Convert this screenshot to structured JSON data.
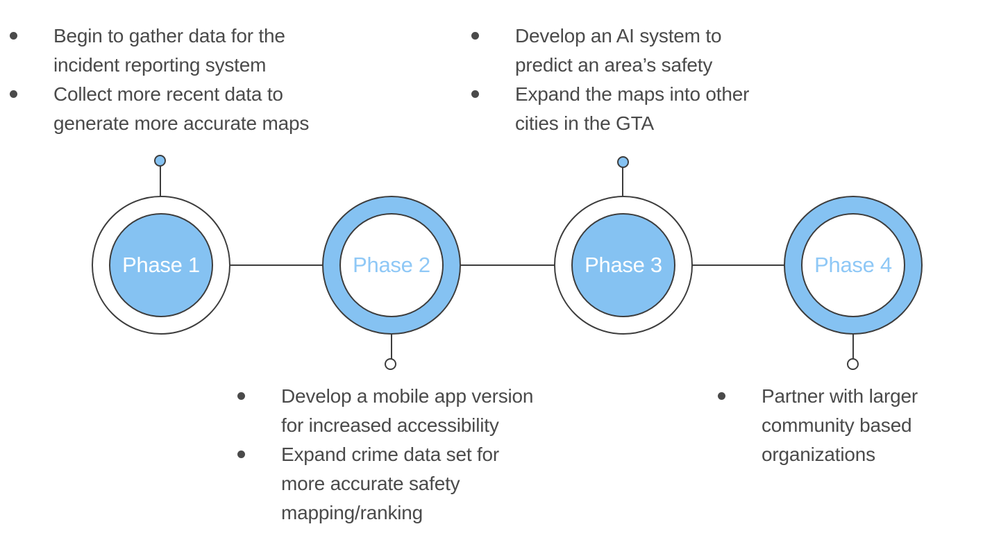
{
  "colors": {
    "accent_blue": "#85C2F2",
    "ring_label_blue": "#8FC8F6",
    "stroke_gray": "#3D3D3D",
    "text_gray": "#4A4A4A",
    "background": "#FFFFFF"
  },
  "timeline": {
    "phases": [
      {
        "label": "Phase 1",
        "variant": "filled",
        "marker": "top"
      },
      {
        "label": "Phase 2",
        "variant": "ring",
        "marker": "bottom"
      },
      {
        "label": "Phase 3",
        "variant": "filled",
        "marker": "top"
      },
      {
        "label": "Phase 4",
        "variant": "ring",
        "marker": "bottom"
      }
    ]
  },
  "lists": [
    {
      "anchor": "phase-1",
      "items": [
        "Begin to gather data for the\nincident reporting system",
        "Collect more recent data to\ngenerate more accurate maps"
      ]
    },
    {
      "anchor": "phase-3",
      "items": [
        "Develop an AI system to\npredict an area’s safety",
        "Expand the maps into other\ncities in the GTA"
      ]
    },
    {
      "anchor": "phase-2",
      "items": [
        "Develop a mobile app version\nfor increased accessibility",
        "Expand crime data set for\nmore accurate safety\nmapping/ranking"
      ]
    },
    {
      "anchor": "phase-4",
      "items": [
        "Partner with larger\ncommunity based\norganizations"
      ]
    }
  ]
}
